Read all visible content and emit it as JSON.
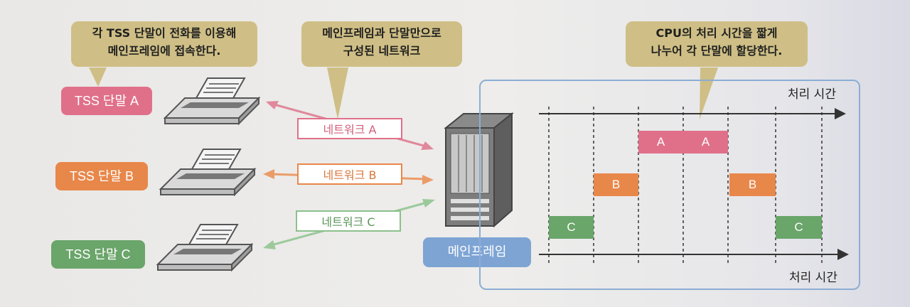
{
  "callouts": {
    "tss": [
      "각 TSS 단말이 전화를 이용해",
      "메인프레임에 접속한다."
    ],
    "network": [
      "메인프레임과 단말만으로",
      "구성된 네트워크"
    ],
    "cpu": [
      "CPU의 처리 시간을 짧게",
      "나누어 각 단말에 할당한다."
    ]
  },
  "terminals": [
    {
      "label": "TSS 단말 A",
      "color": "#e0708a"
    },
    {
      "label": "TSS 단말 B",
      "color": "#e8874a"
    },
    {
      "label": "TSS 단말 C",
      "color": "#6aa56a"
    }
  ],
  "networks": [
    {
      "label": "네트워크 A",
      "color": "#e0708a"
    },
    {
      "label": "네트워크 B",
      "color": "#e8874a"
    },
    {
      "label": "네트워크 C",
      "color": "#8cc08c"
    }
  ],
  "mainframe": {
    "label": "메인프레임"
  },
  "timeline": {
    "axis_label": "처리 시간",
    "slots": [
      {
        "label": "C",
        "terminal": "C",
        "order": 1
      },
      {
        "label": "B",
        "terminal": "B",
        "order": 2
      },
      {
        "label": "A",
        "terminal": "A",
        "order": 3
      },
      {
        "label": "A",
        "terminal": "A",
        "order": 4
      },
      {
        "label": "B",
        "terminal": "B",
        "order": 5
      },
      {
        "label": "C",
        "terminal": "C",
        "order": 6
      }
    ]
  }
}
